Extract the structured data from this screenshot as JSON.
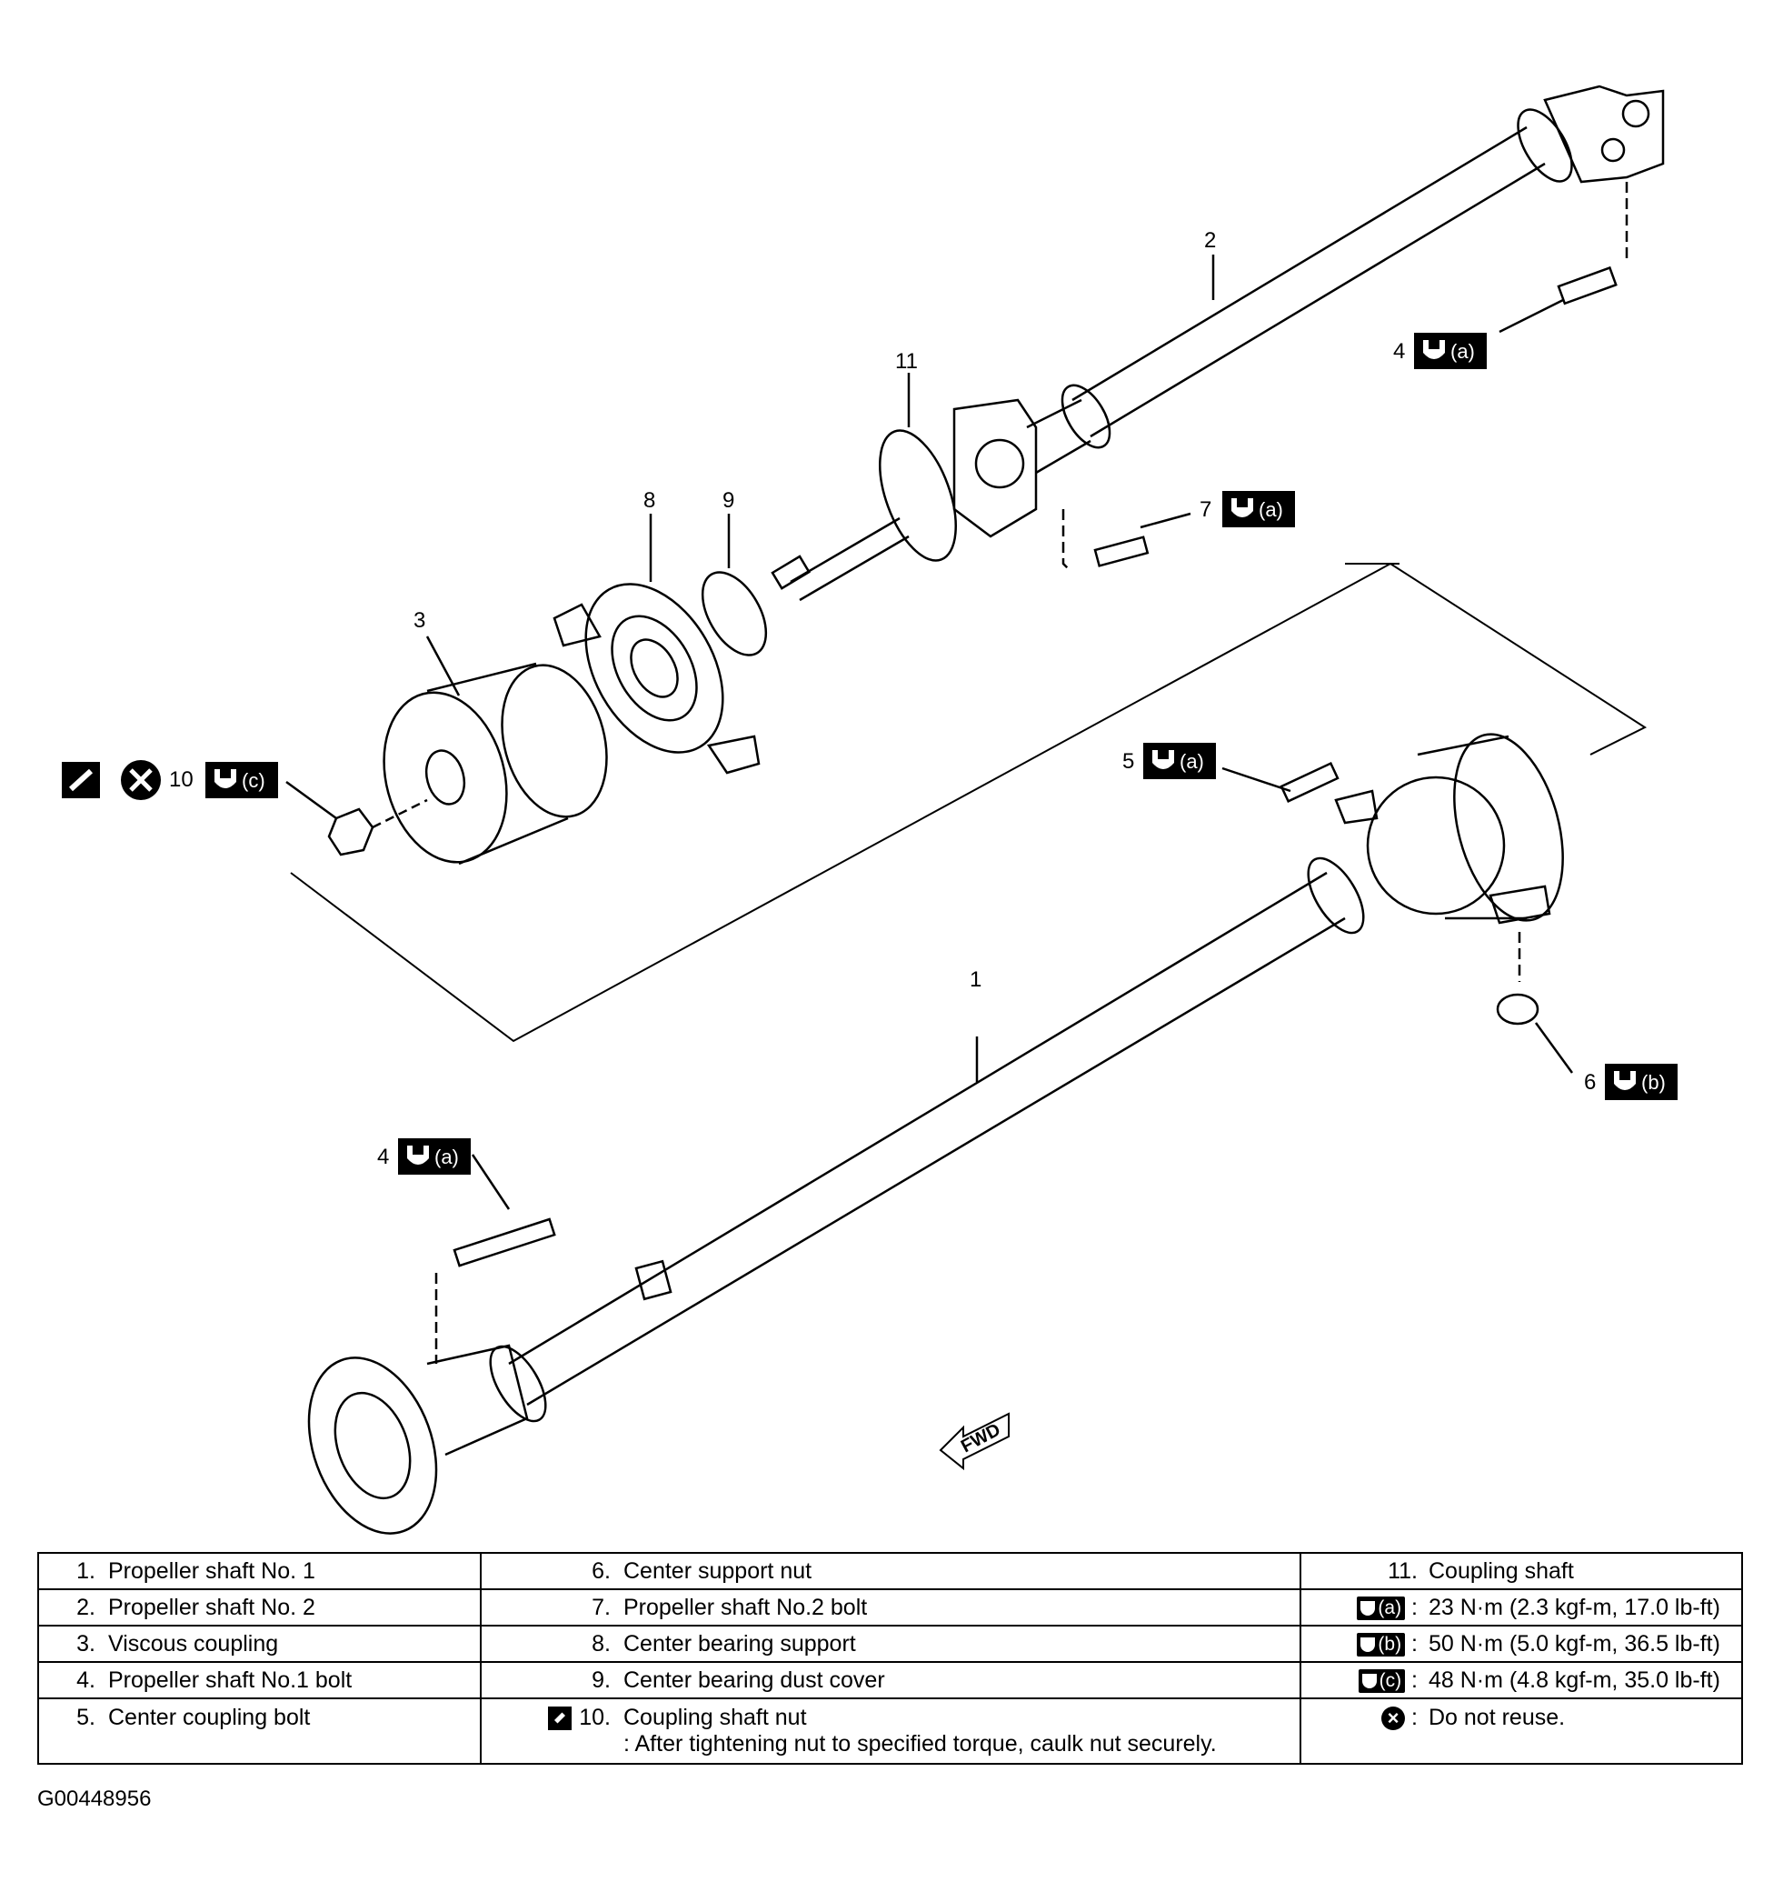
{
  "callouts": {
    "c1": "1",
    "c2": "2",
    "c3": "3",
    "c4a": "4",
    "c4b": "4",
    "c5": "5",
    "c6": "6",
    "c7": "7",
    "c8": "8",
    "c9": "9",
    "c10": "10",
    "c11": "11"
  },
  "symbols": {
    "a": "(a)",
    "b": "(b)",
    "c": "(c)",
    "fwd": "FWD"
  },
  "legend": {
    "rows": [
      {
        "n1": "1.",
        "t1": "Propeller shaft No. 1",
        "n2": "6.",
        "t2": "Center support nut",
        "n3": "11.",
        "t3": "Coupling shaft"
      },
      {
        "n1": "2.",
        "t1": "Propeller shaft No. 2",
        "n2": "7.",
        "t2": "Propeller shaft No.2 bolt",
        "s3": "(a)",
        "t3": "23 N·m (2.3 kgf-m, 17.0 lb-ft)"
      },
      {
        "n1": "3.",
        "t1": "Viscous coupling",
        "n2": "8.",
        "t2": "Center bearing support",
        "s3": "(b)",
        "t3": "50 N·m (5.0 kgf-m, 36.5 lb-ft)"
      },
      {
        "n1": "4.",
        "t1": "Propeller shaft No.1 bolt",
        "n2": "9.",
        "t2": "Center bearing dust cover",
        "s3": "(c)",
        "t3": "48 N·m (4.8 kgf-m, 35.0 lb-ft)"
      },
      {
        "n1": "5.",
        "t1": "Center coupling bolt",
        "n2": "10.",
        "t2": "Coupling shaft nut",
        "note": ": After tightening nut to specified torque, caulk nut securely.",
        "t3": "Do not reuse."
      }
    ],
    "colon": ":"
  },
  "figure_code": "G00448956"
}
